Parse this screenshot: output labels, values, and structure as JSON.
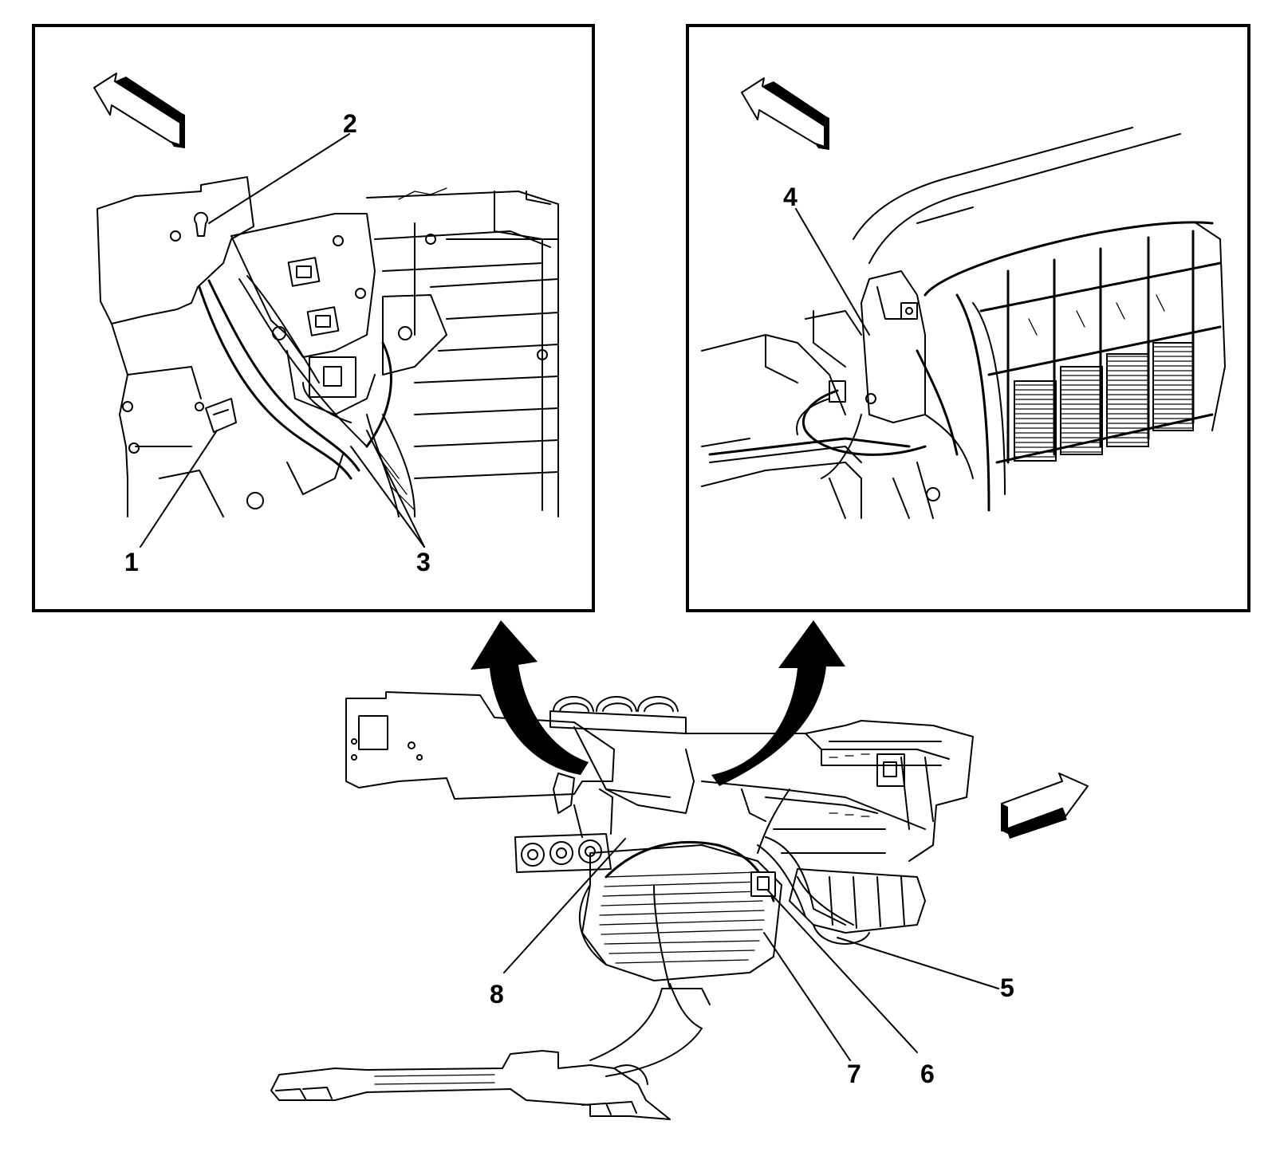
{
  "callouts": {
    "c1": "1",
    "c2": "2",
    "c3": "3",
    "c4": "4",
    "c5": "5",
    "c6": "6",
    "c7": "7",
    "c8": "8"
  },
  "colors": {
    "line": "#000000",
    "background": "#ffffff"
  },
  "icons": {
    "direction_arrow": "forward-arrow-icon",
    "detail_arrow": "curved-arrow-icon"
  }
}
